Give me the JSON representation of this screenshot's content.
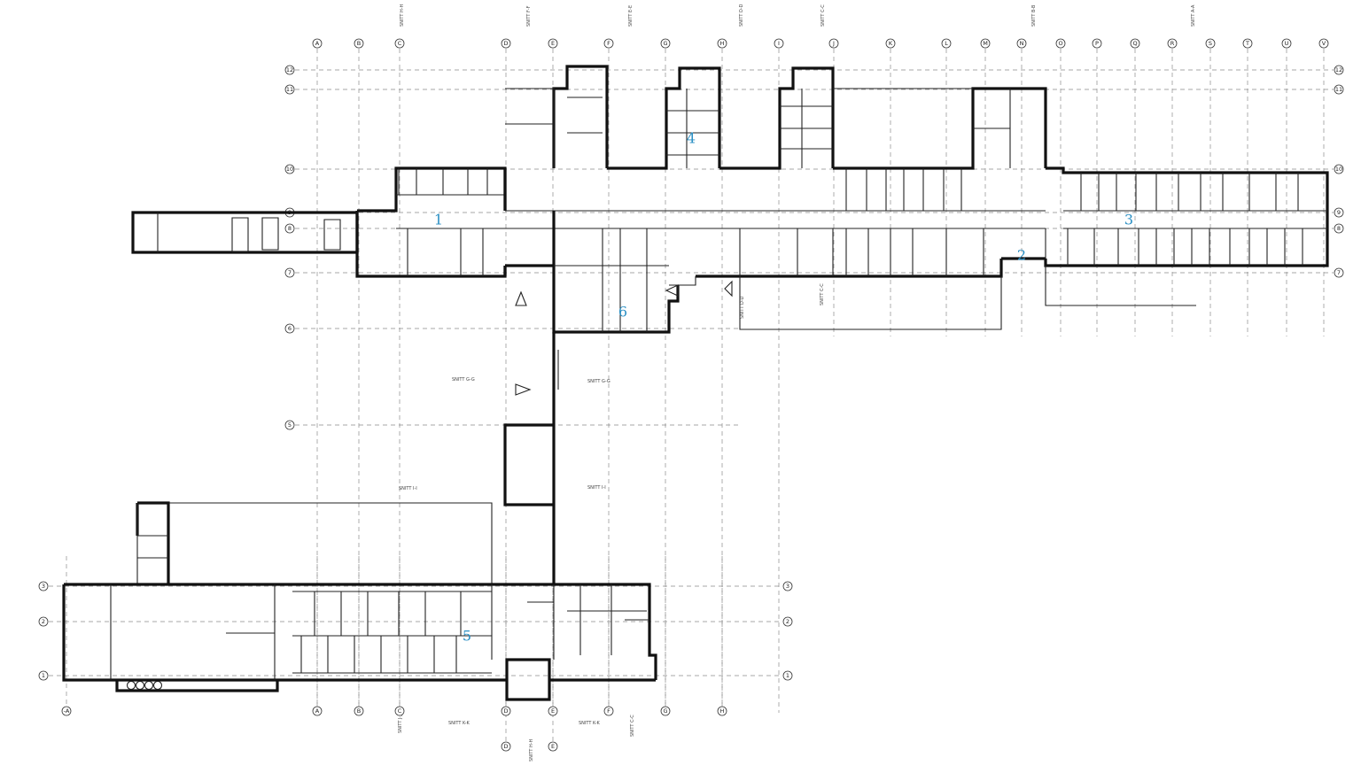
{
  "grid": {
    "columns": [
      "A",
      "B",
      "C",
      "D",
      "E",
      "F",
      "G",
      "H",
      "I",
      "J",
      "K",
      "L",
      "M",
      "N",
      "O",
      "P",
      "Q",
      "R",
      "S",
      "T",
      "U",
      "V"
    ],
    "rows": [
      "12",
      "11",
      "10",
      "9",
      "8",
      "7",
      "6",
      "5",
      "3",
      "2",
      "1"
    ],
    "lower_columns": [
      "-A",
      "A",
      "B",
      "C",
      "D",
      "E",
      "F",
      "G",
      "H"
    ]
  },
  "zones": [
    "1",
    "2",
    "3",
    "4",
    "5",
    "6"
  ],
  "sections": {
    "top": [
      "SNITT H-H",
      "SNITT F-F",
      "SNITT E-E",
      "SNITT D-D",
      "SNITT C-C",
      "SNITT B-B",
      "SNITT A-A"
    ],
    "middle": [
      "SNITT G-G",
      "SNITT G-G",
      "SNITT I-I",
      "SNITT I-I",
      "SNITT C-C",
      "SNITT D-D"
    ],
    "bottom": [
      "SNITT J-J",
      "SNITT K-K",
      "SNITT K-K",
      "SNITT H-H",
      "SNITT C-C"
    ]
  },
  "colors": {
    "zone_label": "#2a8fc4",
    "wall": "#111111",
    "grid": "#8a8a8a"
  }
}
